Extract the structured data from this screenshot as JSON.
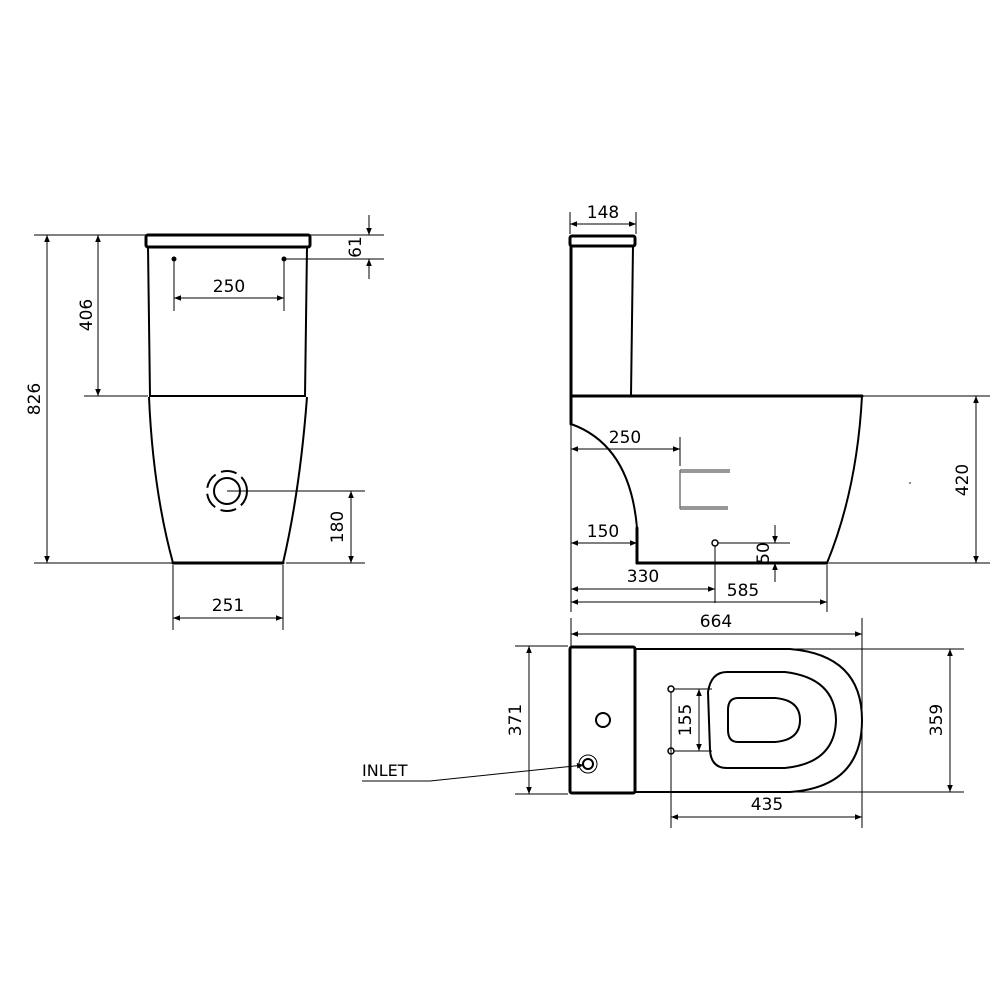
{
  "drawing": {
    "type": "technical-drawing",
    "subject": "close-coupled toilet",
    "units": "mm",
    "background": "#ffffff",
    "line_color": "#000000"
  },
  "front_view": {
    "dimensions": {
      "overall_height": "826",
      "cistern_height": "406",
      "lid_thickness": "61",
      "button_spacing": "250",
      "base_width": "251",
      "inlet_height": "180"
    }
  },
  "side_view": {
    "dimensions": {
      "cistern_depth": "148",
      "pan_height": "420",
      "waste_pipe_distance": "250",
      "base_recess": "150",
      "outlet_distance": "330",
      "base_length": "585",
      "outlet_height": "50",
      "overall_length": "664"
    }
  },
  "top_view": {
    "dimensions": {
      "cistern_width": "371",
      "bowl_width": "359",
      "seat_hinge_spacing": "155",
      "hinge_to_front": "435"
    },
    "labels": {
      "inlet": "INLET"
    }
  }
}
